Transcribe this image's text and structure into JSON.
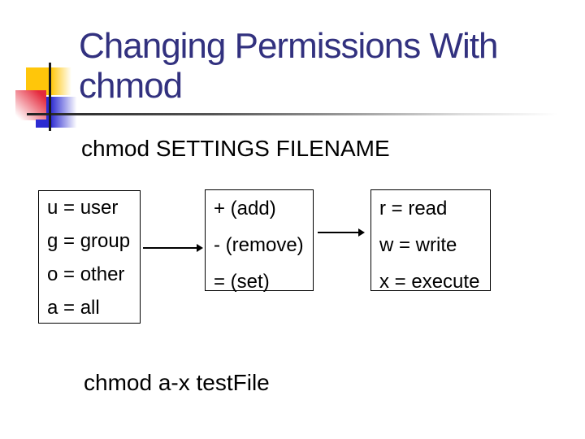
{
  "slide": {
    "title_line1": "Changing Permissions With",
    "title_line2": "chmod",
    "subtitle": "chmod SETTINGS FILENAME",
    "command_example": "chmod a-x testFile"
  },
  "boxes": {
    "who": {
      "lines": [
        "u = user",
        "g = group",
        "o = other",
        "a = all"
      ]
    },
    "operation": {
      "lines": [
        "+ (add)",
        "- (remove)",
        "= (set)"
      ]
    },
    "permission": {
      "lines": [
        "r = read",
        "w = write",
        "x = execute"
      ]
    }
  },
  "colors": {
    "title_text": "#32317F",
    "body_text": "#000000",
    "deco_yellow": "#FFC60A",
    "deco_red": "#E52A3D",
    "deco_blue": "#2C2BD1",
    "line_dark": "#1A1A1A"
  }
}
